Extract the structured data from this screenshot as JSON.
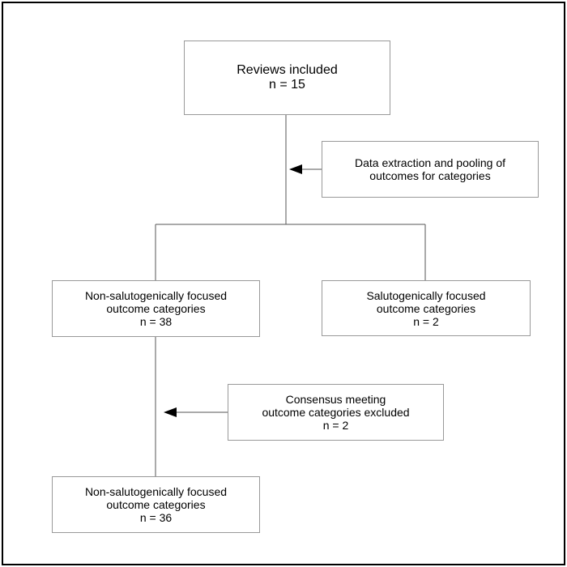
{
  "nodes": {
    "reviews": {
      "line1": "Reviews included",
      "line2": "n = 15"
    },
    "extraction": {
      "line1": "Data extraction and pooling of",
      "line2": "outcomes for categories"
    },
    "non_salutogenic_38": {
      "line1": "Non-salutogenically focused",
      "line2": "outcome categories",
      "line3": "n = 38"
    },
    "salutogenic_2": {
      "line1": "Salutogenically focused",
      "line2": "outcome categories",
      "line3": "n = 2"
    },
    "consensus": {
      "line1": "Consensus meeting",
      "line2": "outcome categories excluded",
      "line3": "n = 2"
    },
    "non_salutogenic_36": {
      "line1": "Non-salutogenically focused",
      "line2": "outcome categories",
      "line3": "n = 36"
    }
  },
  "colors": {
    "line": "#555555",
    "arrow": "#000000",
    "box_border": "#999999",
    "frame": "#000000"
  }
}
